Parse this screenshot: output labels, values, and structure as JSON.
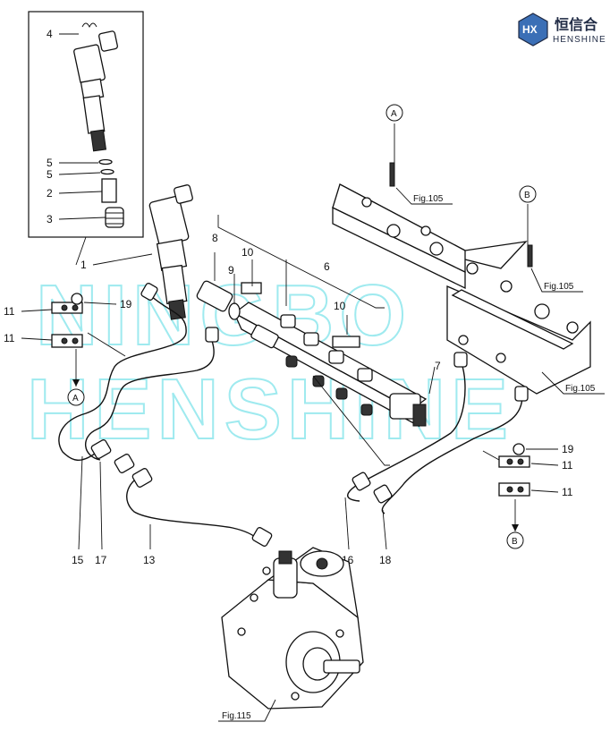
{
  "brand": {
    "logo_mark": "HX",
    "name_cn": "恒信合",
    "name_en": "HENSHINE",
    "color": "#1f2a44",
    "accent": "#3b6fb6"
  },
  "watermark": {
    "line1": "NINGBO",
    "line2": "HENSHINE",
    "color": "#7fe3ea"
  },
  "callouts": {
    "n1": "1",
    "n2": "2",
    "n3": "3",
    "n4": "4",
    "n5a": "5",
    "n5b": "5",
    "n6": "6",
    "n7": "7",
    "n8": "8",
    "n9": "9",
    "n10a": "10",
    "n10b": "10",
    "n11a": "11",
    "n11b": "11",
    "n11c": "11",
    "n11d": "11",
    "n13": "13",
    "n15": "15",
    "n16": "16",
    "n17": "17",
    "n18": "18",
    "n19a": "19",
    "n19b": "19"
  },
  "circle_refs": {
    "A_top": "A",
    "A_left": "A",
    "B_top": "B",
    "B_right": "B"
  },
  "figure_refs": {
    "fig105_a": "Fig.105",
    "fig105_b": "Fig.105",
    "fig105_c": "Fig.105",
    "fig115": "Fig.115"
  }
}
